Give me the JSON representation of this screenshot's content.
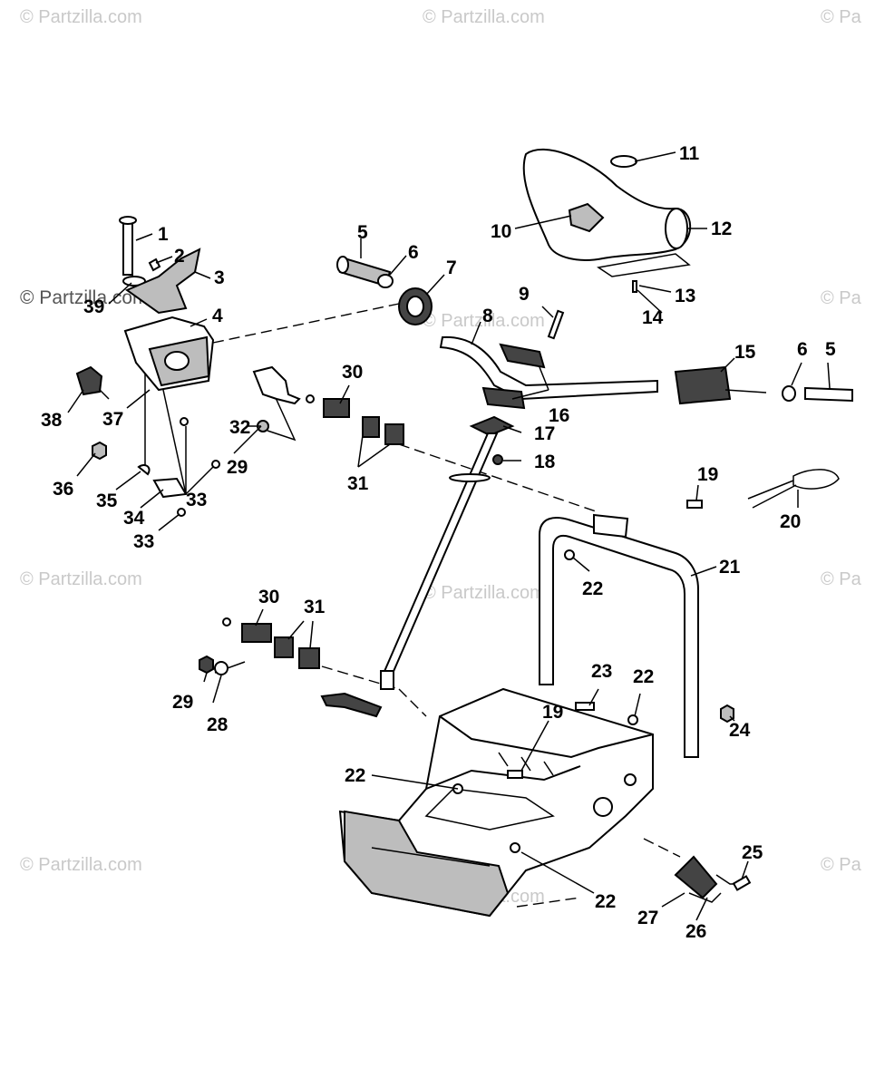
{
  "watermark": {
    "text": "© Partzilla.com",
    "text_short": "© Pa",
    "text_overlay": "© Partzilla.com"
  },
  "callouts": [
    "1",
    "2",
    "3",
    "4",
    "5",
    "6",
    "7",
    "8",
    "9",
    "10",
    "11",
    "12",
    "13",
    "14",
    "15",
    "6",
    "5",
    "16",
    "17",
    "18",
    "19",
    "20",
    "21",
    "22",
    "22",
    "23",
    "22",
    "24",
    "19",
    "22",
    "22",
    "25",
    "27",
    "26",
    "30",
    "31",
    "32",
    "29",
    "38",
    "37",
    "39",
    "36",
    "35",
    "34",
    "33",
    "33",
    "30",
    "31",
    "29",
    "28"
  ],
  "colors": {
    "line": "#000000",
    "watermark": "#c9c9c9",
    "background": "#ffffff"
  }
}
